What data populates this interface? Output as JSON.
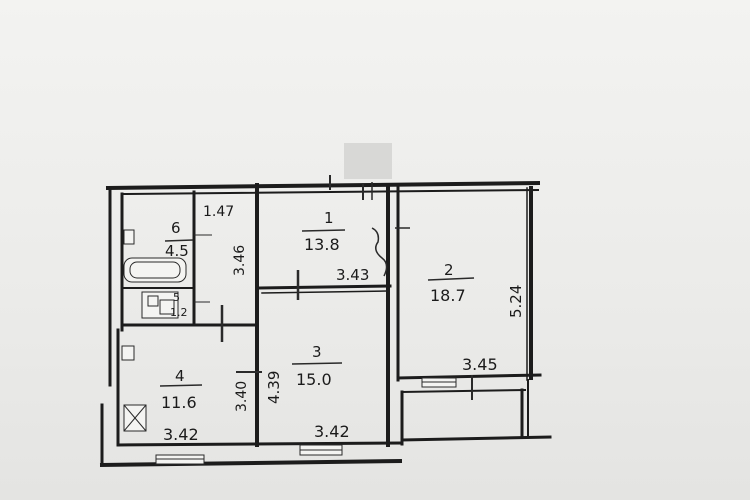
{
  "rooms": [
    {
      "number": "1",
      "area": "13.8",
      "dim": "3.43"
    },
    {
      "number": "2",
      "area": "18.7",
      "dim_h": "3.45",
      "dim_v": "5.24"
    },
    {
      "number": "3",
      "area": "15.0",
      "dim_h": "3.42",
      "dim_v": "4.39"
    },
    {
      "number": "4",
      "area": "11.6",
      "dim_h": "3.42",
      "dim_v": "3.40"
    },
    {
      "number": "6",
      "area": "4.5",
      "dim_h": "1.47",
      "dim_v": "3.46"
    },
    {
      "number": "5",
      "area": "1.2"
    }
  ]
}
